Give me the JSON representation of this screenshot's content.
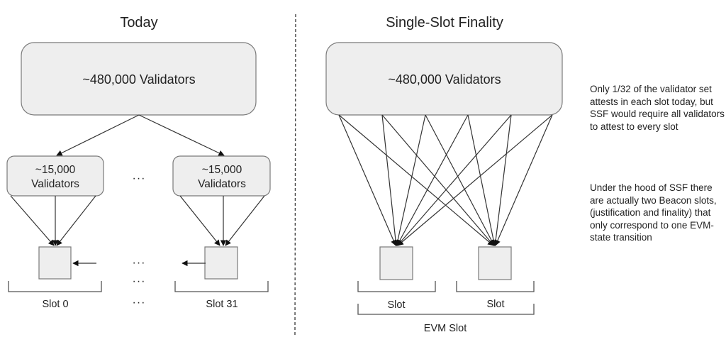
{
  "left_panel": {
    "title": "Today",
    "validator_set": "~480,000 Validators",
    "committees": [
      {
        "line1": "~15,000",
        "line2": "Validators"
      },
      {
        "line1": "~15,000",
        "line2": "Validators"
      }
    ],
    "slots": [
      {
        "label": "Slot 0"
      },
      {
        "label": "Slot 31"
      }
    ],
    "ellipsis": "···"
  },
  "right_panel": {
    "title": "Single-Slot Finality",
    "validator_set": "~480,000 Validators",
    "slots": [
      {
        "label": "Slot"
      },
      {
        "label": "Slot"
      }
    ],
    "evm_slot_label": "EVM Slot"
  },
  "notes": [
    "Only 1/32 of the validator set attests in each slot today, but SSF would require all validators to attest to every slot",
    "Under the hood of SSF there are actually two Beacon slots, (justification and finality) that only correspond to one EVM-state transition"
  ],
  "colors": {
    "node_fill": "#eeeeee",
    "node_stroke": "#7a7a7a",
    "edge": "#333333"
  }
}
